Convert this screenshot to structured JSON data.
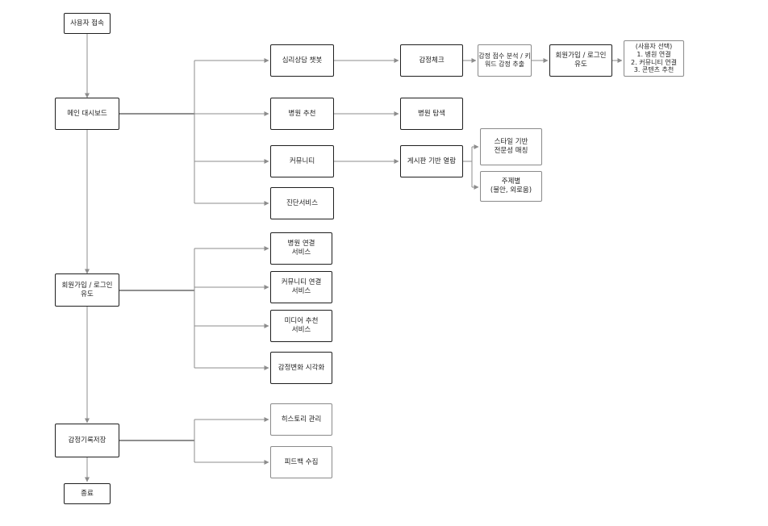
{
  "nodes": {
    "user_access": "사용자 접속",
    "main_dashboard": "메인 대시보드",
    "signup_login_1": "회원가입 / 로그인\n유도",
    "emotion_save": "감정기록저장",
    "end": "종료",
    "chatbot": "심리상담 챗봇",
    "hospital_rec": "병원 추천",
    "community": "커뮤니티",
    "diagnosis": "진단서비스",
    "hospital_link_svc": "병원 연결\n서비스",
    "community_link_svc": "커뮤니티 연결\n서비스",
    "media_rec_svc": "미디어 추천\n서비스",
    "emotion_visual": "감정변화 시각화",
    "history": "히스토리 관리",
    "feedback": "피드백 수집",
    "emotion_check": "감정체크",
    "hospital_search": "병원 탐색",
    "board_browse": "게시판 기반 열람",
    "emotion_analysis": "감정 점수 분석 / 키\n워드 감정 추출",
    "signup_login_2": "회원가입 / 로그인\n유도",
    "style_match": "스타일 기반\n전문성 매칭",
    "topic": "주제별\n(불안, 외로움)"
  },
  "user_choice": {
    "title": "(사용자 선택)",
    "items": [
      "1. 병원 연결",
      "2. 커뮤니티 연결",
      "3. 콘텐츠 추천"
    ]
  },
  "colors": {
    "border": "#1f1f1f",
    "light_border": "#8a8a8a",
    "edge": "#8c8c8c"
  }
}
